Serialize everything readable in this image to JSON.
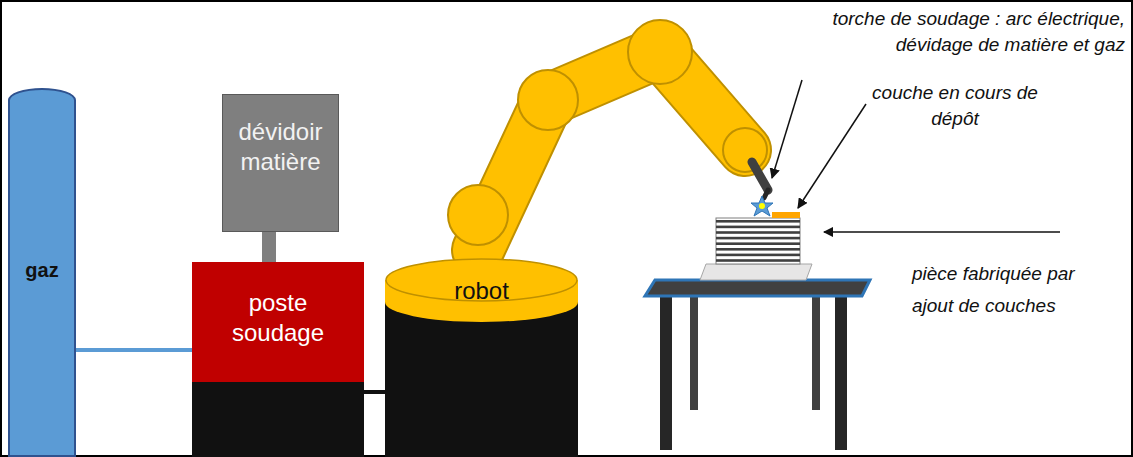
{
  "diagram": {
    "nodes": [
      {
        "text": [
          "gaz"
        ]
      },
      {
        "text": [
          "dévidoir matière"
        ]
      },
      {
        "text": [
          "poste soudage"
        ]
      },
      {
        "text": [
          "robot"
        ]
      }
    ],
    "edges": [
      {
        "from": 0,
        "to": 2,
        "arrow": "none"
      },
      {
        "from": 1,
        "to": 2,
        "arrow": "none"
      },
      {
        "from": 2,
        "to": 3,
        "arrow": "none"
      }
    ],
    "labels": [
      "torche de soudage : arc électrique, dévidage de matière et gaz",
      "couche en cours de dépôt",
      "pièce fabriquée par ajout de couches"
    ]
  }
}
